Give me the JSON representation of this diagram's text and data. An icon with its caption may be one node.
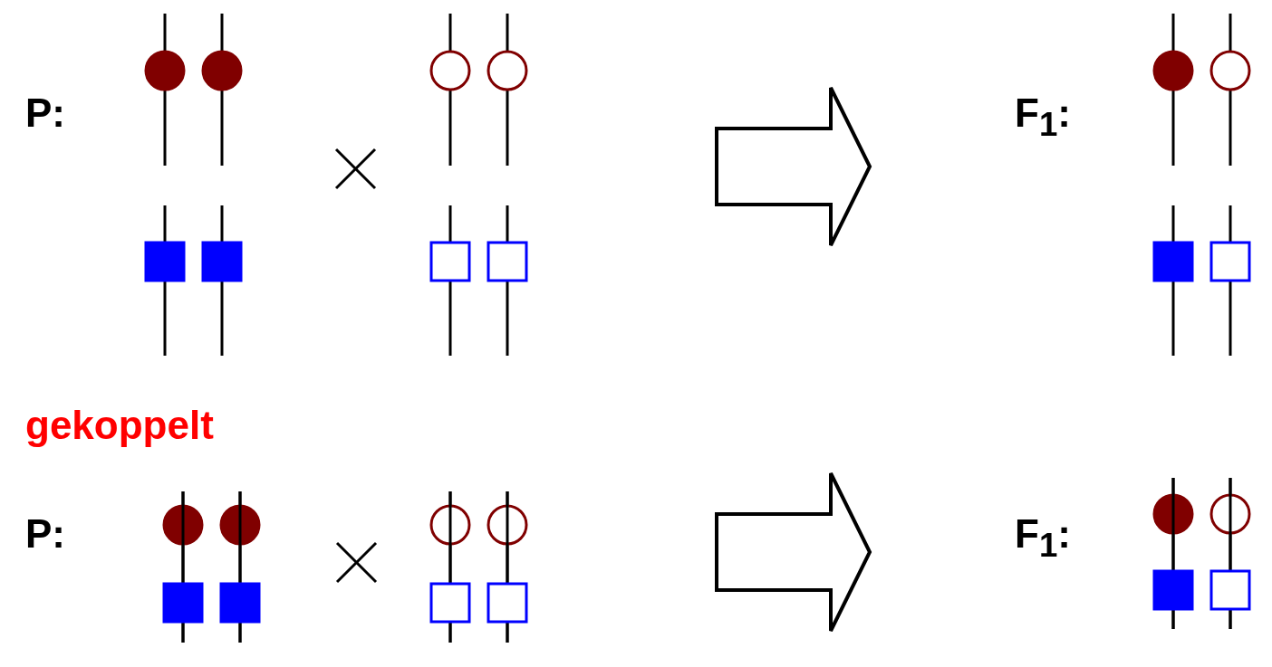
{
  "diagram": {
    "labels": [
      "P:",
      "F$_{1}$:",
      "gekoppelt",
      "P:",
      "F$_{1}$:"
    ]
  }
}
